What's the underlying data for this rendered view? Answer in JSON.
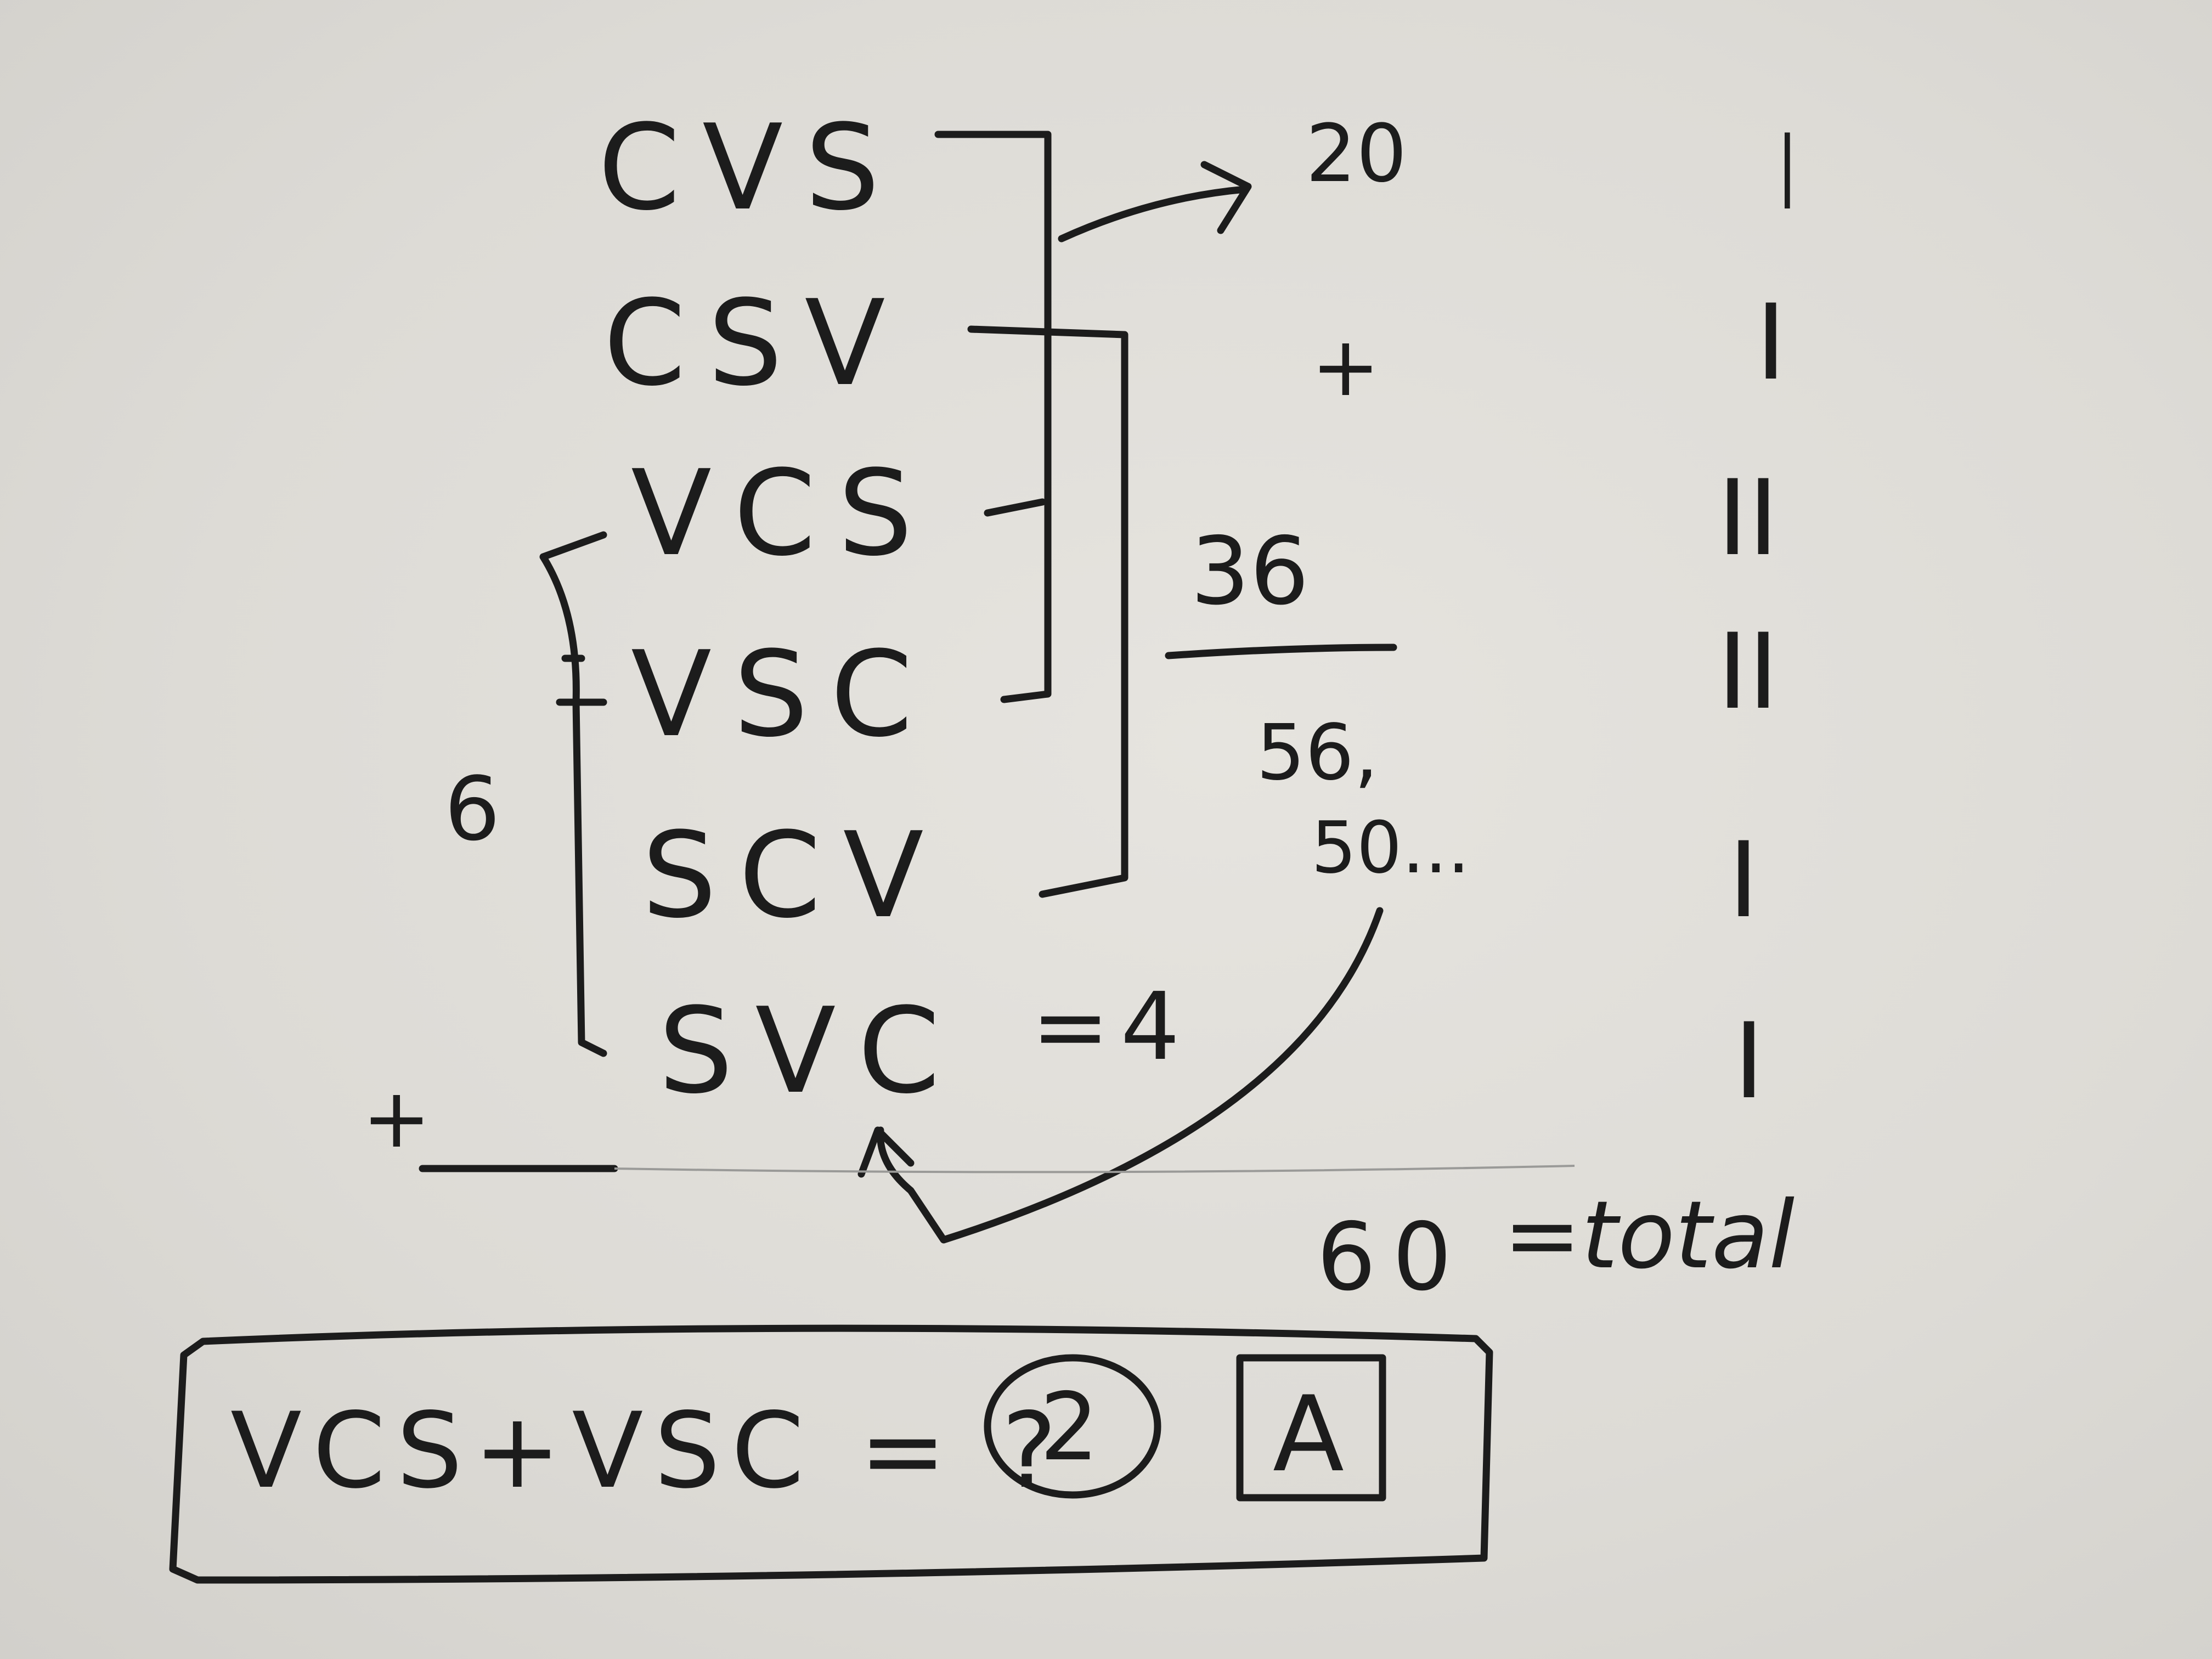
{
  "permutations": [
    {
      "text": "CVS",
      "tally": "I"
    },
    {
      "text": "CSV",
      "tally": "I"
    },
    {
      "text": "VCS",
      "tally": "II"
    },
    {
      "text": "VSC",
      "tally": "II"
    },
    {
      "text": "SCV",
      "tally": "I"
    },
    {
      "text": "SVC",
      "tally": "I"
    }
  ],
  "svc_suffix": "=4",
  "bracket_count": "6",
  "arrow_target_value": "20",
  "plus_sign": "+",
  "value_36": "36",
  "value_56": "56,",
  "value_50": "50...",
  "left_plus": "+",
  "total_value": "60",
  "total_label": "=total",
  "question_expression": "VCS+VSC = ?",
  "circled_answer": "2",
  "boxed_answer": "A"
}
